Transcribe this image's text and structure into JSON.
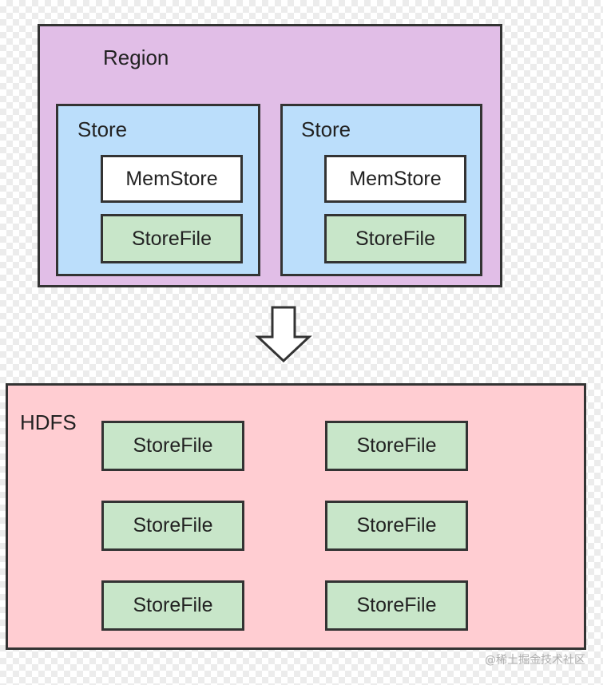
{
  "region": {
    "label": "Region",
    "stores": [
      {
        "label": "Store",
        "memstore": "MemStore",
        "storefile": "StoreFile"
      },
      {
        "label": "Store",
        "memstore": "MemStore",
        "storefile": "StoreFile"
      }
    ]
  },
  "hdfs": {
    "label": "HDFS",
    "storefiles": [
      "StoreFile",
      "StoreFile",
      "StoreFile",
      "StoreFile",
      "StoreFile",
      "StoreFile"
    ]
  },
  "watermark": "@稀土掘金技术社区",
  "colors": {
    "region": "#e1bee7",
    "store": "#bbdefb",
    "memstore": "#ffffff",
    "storefile": "#c8e6c9",
    "hdfs": "#ffcdd2",
    "border": "#333333"
  }
}
